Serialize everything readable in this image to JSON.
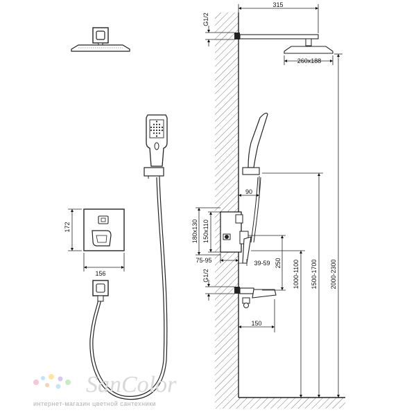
{
  "dims": {
    "head_arm": "315",
    "head_thread": "G1/2",
    "head_size": "260x188",
    "holder_offset": "90",
    "box_height_outer": "180x130",
    "box_height_inner": "150x110",
    "box_depth": "75-95",
    "lever_reach": "39-59",
    "spout_spacing": "250",
    "spout_thread": "G1/2",
    "spout_length": "150",
    "h_mixer": "1000-1100",
    "h_holder": "1500-1700",
    "h_head": "2000-2300",
    "plate_height": "172",
    "plate_width": "156"
  },
  "brand": {
    "name": "SanColor",
    "tagline": "интернет-магазин цветной сантехники",
    "dot_colors": [
      "#f7c6d9",
      "#bfe3f7",
      "#fbe7a1",
      "#d9c6f2",
      "#c8ecc2",
      "#fbd0b5",
      "#c6e6f7"
    ]
  },
  "icons": {
    "shower_head": "ceiling-shower-head-icon",
    "hand_shower": "hand-shower-icon",
    "mixer_plate": "mixer-plate-icon",
    "wall_outlet": "wall-outlet-icon",
    "hose": "shower-hose-icon"
  }
}
